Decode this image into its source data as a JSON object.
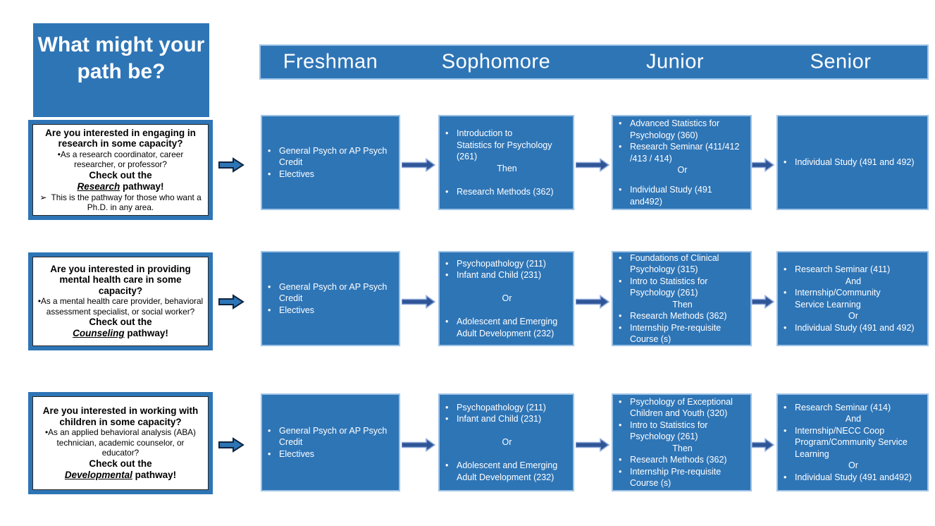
{
  "title": "What might your path be?",
  "column_headers": [
    "Freshman",
    "Sophomore",
    "Junior",
    "Senior"
  ],
  "colors": {
    "primary_blue": "#2E75B6",
    "dark_arrow_blue": "#2F5597",
    "light_border_blue": "#9DC3E6",
    "arrow_outline_blue": "#8FAADC",
    "block_arrow_outline": "#10233F",
    "text_white": "#FFFFFF",
    "text_black": "#000000"
  },
  "pathways": [
    {
      "id": "research",
      "question": {
        "heading": "Are you interested in engaging in research in some capacity?",
        "detail": "•As a research coordinator, career researcher, or professor?",
        "check": "Check out the",
        "pathway_name": "Research",
        "pathway_tail": "pathway!",
        "note_marker": "➢",
        "note": "This is the pathway for those who want a Ph.D. in any area."
      },
      "columns": {
        "freshman": [
          {
            "type": "bullet",
            "text": "General Psych or AP Psych\nCredit"
          },
          {
            "type": "bullet",
            "text": "Electives"
          }
        ],
        "sophomore": [
          {
            "type": "bullet",
            "text": "Introduction to\nStatistics  for Psychology\n(261)"
          },
          {
            "type": "center",
            "text": "Then"
          },
          {
            "type": "spacer"
          },
          {
            "type": "bullet",
            "text": "Research Methods (362)"
          }
        ],
        "junior": [
          {
            "type": "bullet",
            "text": "Advanced Statistics for\nPsychology (360)"
          },
          {
            "type": "bullet",
            "text": "Research Seminar (411/412\n/413 / 414)"
          },
          {
            "type": "center",
            "text": "Or"
          },
          {
            "type": "spacer"
          },
          {
            "type": "bullet",
            "text": "Individual Study (491 and492)"
          }
        ],
        "senior": [
          {
            "type": "bullet",
            "text": "Individual Study (491 and 492)"
          }
        ]
      }
    },
    {
      "id": "counseling",
      "question": {
        "heading": "Are you interested in providing mental health care in some capacity?",
        "detail": "•As a mental health care provider, behavioral assessment specialist, or social worker?",
        "check": "Check out the",
        "pathway_name": "Counseling",
        "pathway_tail": "pathway!"
      },
      "columns": {
        "freshman": [
          {
            "type": "bullet",
            "text": "General Psych or AP Psych\nCredit"
          },
          {
            "type": "bullet",
            "text": "Electives"
          }
        ],
        "sophomore": [
          {
            "type": "bullet",
            "text": "Psychopathology (211)"
          },
          {
            "type": "bullet",
            "text": "Infant and Child (231)"
          },
          {
            "type": "spacer"
          },
          {
            "type": "center",
            "text": "Or"
          },
          {
            "type": "spacer"
          },
          {
            "type": "bullet",
            "text": "Adolescent and Emerging\nAdult Development (232)"
          }
        ],
        "junior": [
          {
            "type": "bullet",
            "text": "Foundations of Clinical\nPsychology (315)"
          },
          {
            "type": "bullet",
            "text": "Intro to Statistics for\nPsychology (261)"
          },
          {
            "type": "center",
            "text": "Then"
          },
          {
            "type": "bullet",
            "text": "Research Methods (362)"
          },
          {
            "type": "bullet",
            "text": "Internship Pre-requisite\nCourse (s)"
          }
        ],
        "senior": [
          {
            "type": "bullet",
            "text": "Research Seminar (411)"
          },
          {
            "type": "center",
            "text": "And"
          },
          {
            "type": "bullet",
            "text": "Internship/Community\nService Learning"
          },
          {
            "type": "center",
            "text": "Or"
          },
          {
            "type": "bullet",
            "text": "Individual Study (491 and 492)"
          }
        ]
      }
    },
    {
      "id": "developmental",
      "question": {
        "heading": "Are you interested in working with children in some capacity?",
        "detail": "•As an applied behavioral analysis (ABA) technician, academic counselor, or educator?",
        "check": "Check out the",
        "pathway_name": "Developmental",
        "pathway_tail": "pathway!"
      },
      "columns": {
        "freshman": [
          {
            "type": "bullet",
            "text": "General Psych or AP Psych\nCredit"
          },
          {
            "type": "bullet",
            "text": "Electives"
          }
        ],
        "sophomore": [
          {
            "type": "bullet",
            "text": "Psychopathology (211)"
          },
          {
            "type": "bullet",
            "text": "Infant and Child (231)"
          },
          {
            "type": "spacer"
          },
          {
            "type": "center",
            "text": "Or"
          },
          {
            "type": "spacer"
          },
          {
            "type": "bullet",
            "text": "Adolescent and Emerging\nAdult Development (232)"
          }
        ],
        "junior": [
          {
            "type": "bullet",
            "text": "Psychology of Exceptional\nChildren and Youth (320)"
          },
          {
            "type": "bullet",
            "text": "Intro to Statistics for\nPsychology (261)"
          },
          {
            "type": "center",
            "text": "Then"
          },
          {
            "type": "bullet",
            "text": "Research Methods (362)"
          },
          {
            "type": "bullet",
            "text": "Internship Pre-requisite\nCourse (s)"
          }
        ],
        "senior": [
          {
            "type": "bullet",
            "text": "Research Seminar (414)"
          },
          {
            "type": "center",
            "text": "And"
          },
          {
            "type": "bullet",
            "text": "Internship/NECC Coop\nProgram/Community Service\nLearning"
          },
          {
            "type": "center",
            "text": "Or"
          },
          {
            "type": "bullet",
            "text": "Individual Study (491 and492)"
          }
        ]
      }
    }
  ]
}
